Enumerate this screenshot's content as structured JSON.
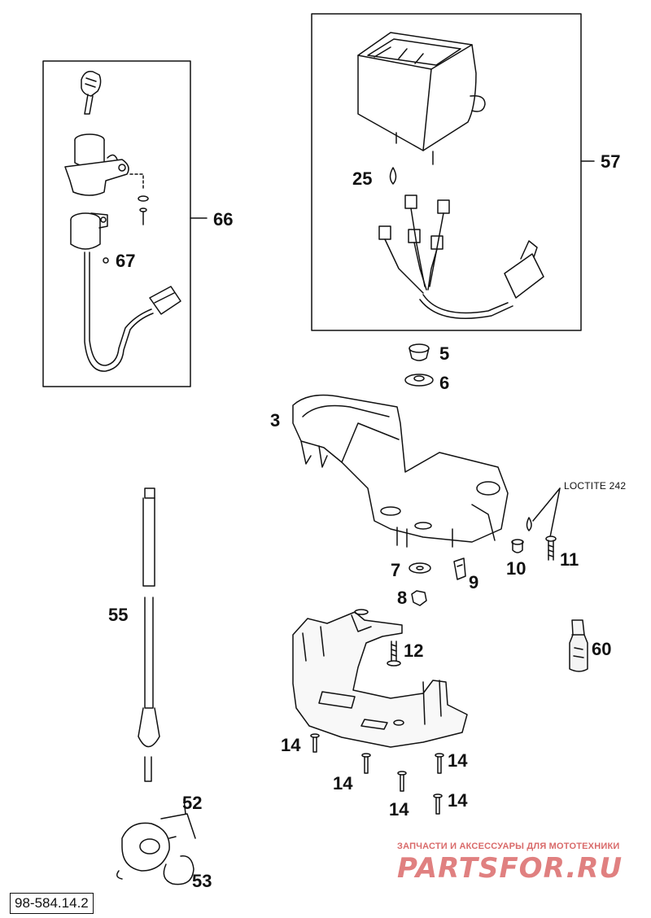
{
  "labels": {
    "l3": "3",
    "l5": "5",
    "l6": "6",
    "l7": "7",
    "l8": "8",
    "l9": "9",
    "l10": "10",
    "l11": "11",
    "l12": "12",
    "l14a": "14",
    "l14b": "14",
    "l14c": "14",
    "l14d": "14",
    "l14e": "14",
    "l25": "25",
    "l52": "52",
    "l53": "53",
    "l55": "55",
    "l57": "57",
    "l60": "60",
    "l66": "66",
    "l67": "67"
  },
  "loctite": "LOCTITE 242",
  "reference": "98-584.14.2",
  "watermark": {
    "tagline": "ЗАПЧАСТИ И АКСЕССУАРЫ ДЛЯ МОТОТЕХНИКИ",
    "logo": "PARTSFOR.RU"
  }
}
